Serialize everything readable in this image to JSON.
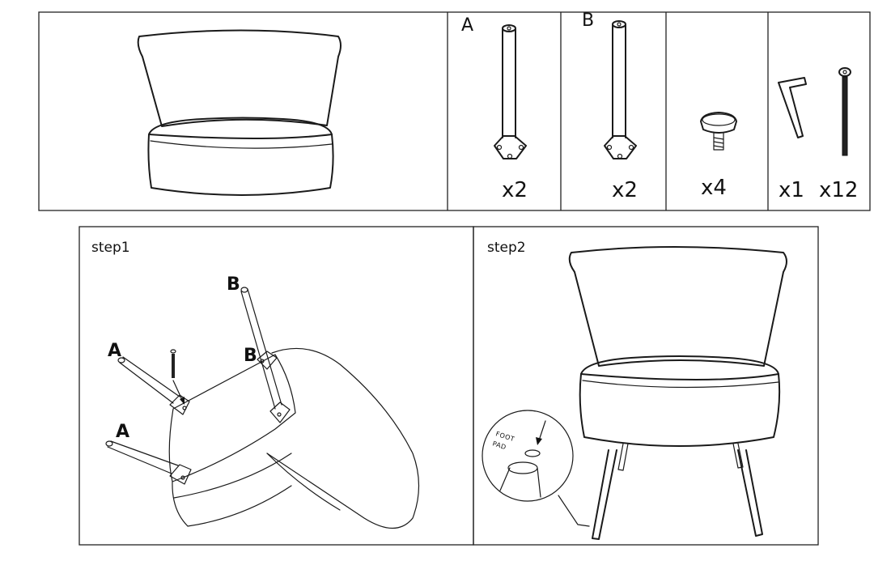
{
  "parts": {
    "leg_a": {
      "letter": "A",
      "qty": "x2"
    },
    "leg_b": {
      "letter": "B",
      "qty": "x2"
    },
    "foot_pad": {
      "qty": "x4"
    },
    "allen_key": {
      "qty": "x1"
    },
    "bolt": {
      "qty": "x12"
    }
  },
  "step1": {
    "title": "step1",
    "labels": {
      "b_top": "B",
      "b_mid": "B",
      "a_top": "A",
      "a_bottom": "A"
    }
  },
  "step2": {
    "title": "step2",
    "detail": {
      "line1": "FOOT",
      "line2": "PAD"
    }
  }
}
